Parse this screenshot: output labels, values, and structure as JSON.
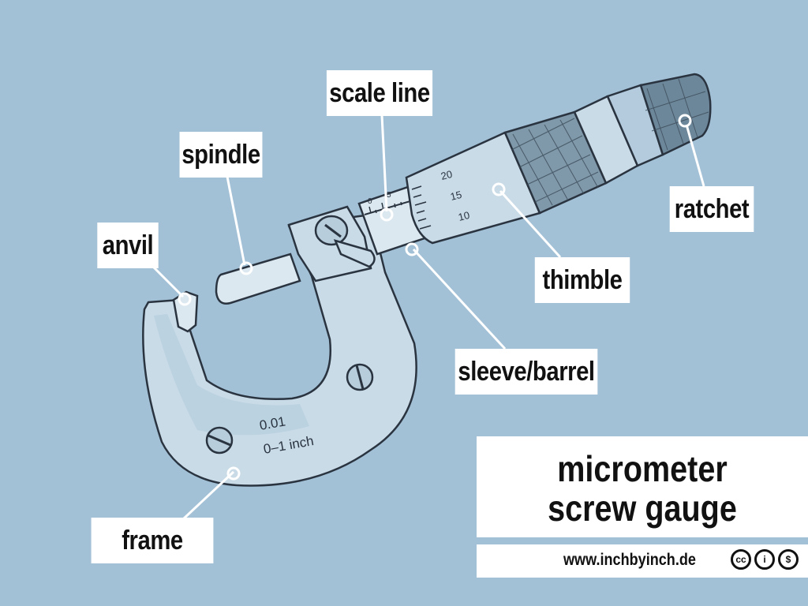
{
  "title": {
    "line1": "micrometer",
    "line2": "screw gauge"
  },
  "footer": {
    "url": "www.inchbyinch.de",
    "license_icons": [
      "cc-icon",
      "attribution-icon",
      "noncommercial-icon"
    ],
    "cc_text": "cc",
    "by_text": "i",
    "nc_text": "$"
  },
  "labels": {
    "scale_line": "scale line",
    "spindle": "spindle",
    "anvil": "anvil",
    "ratchet": "ratchet",
    "thimble": "thimble",
    "sleeve_barrel": "sleeve/barrel",
    "frame": "frame"
  },
  "frame_text": {
    "resolution": "0.01",
    "range": "0–1 inch"
  },
  "scale": {
    "sleeve_numbers": [
      "0",
      "5"
    ],
    "thimble_numbers": [
      "20",
      "15",
      "10"
    ]
  },
  "colors": {
    "background": "#a3c1d6",
    "metal": "#c9dbe7",
    "outline": "#2a3440",
    "leader": "#ffffff"
  }
}
